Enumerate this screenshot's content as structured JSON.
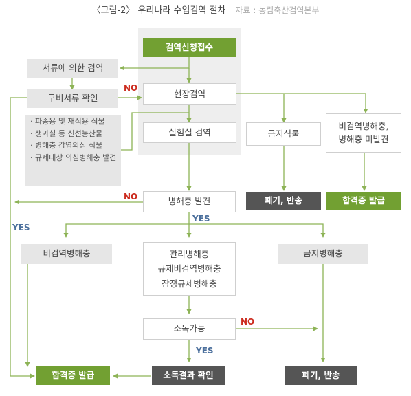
{
  "figure": {
    "title": "〈그림-2〉 우리나라 수입검역 절차",
    "source": "자료 : 농림축산검역본부"
  },
  "colors": {
    "green": "#72a032",
    "dark": "#555555",
    "grey": "#e6e6e6",
    "line": "#8db356",
    "no": "#cc2c1f",
    "yes": "#4b6f9c"
  },
  "nodes": {
    "application": "검역신청접수",
    "document_inspection": "서류에 의한 검역",
    "required_docs_check": "구비서류 확인",
    "field_inspection": "현장검역",
    "lab_inspection": "실험실 검역",
    "lab_criteria": [
      "· 파종용 및 재식용 식물",
      "· 생과실 등 신선농산물",
      "· 병해충 감염의심 식물",
      "· 규제대상 의심병해충 발견"
    ],
    "prohibited_plants": "금지식물",
    "no_pest_found": [
      "비검역병해충,",
      "병해충 미발견"
    ],
    "dispose_return_1": "폐기, 반송",
    "certificate_1": "합격증 발급",
    "pest_found": "병해충 발견",
    "non_quarantine_pest": "비검역병해충",
    "managed_pests": [
      "관리병해충",
      "규제비검역병해충",
      "잠정규제병해충"
    ],
    "prohibited_pest": "금지병해충",
    "disinfection_possible": "소독가능",
    "disinfection_check": "소독결과 확인",
    "certificate_2": "합격증 발급",
    "dispose_return_2": "폐기, 반송"
  },
  "edge_labels": {
    "no_docs": "NO",
    "no_pest": "NO",
    "yes_left": "YES",
    "yes_pest": "YES",
    "no_disinfect": "NO",
    "yes_disinfect": "YES"
  }
}
